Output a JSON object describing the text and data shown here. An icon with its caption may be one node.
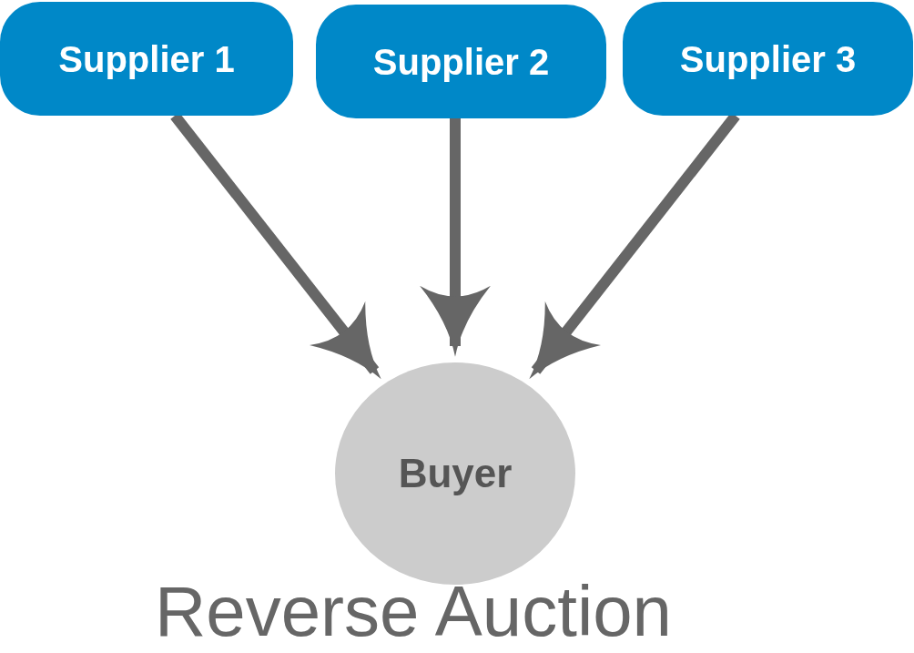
{
  "diagram": {
    "title": "Reverse Auction",
    "nodes": [
      {
        "text": [
          "Supplier 1"
        ]
      },
      {
        "text": [
          "Supplier 2"
        ]
      },
      {
        "text": [
          "Supplier 3"
        ]
      },
      {
        "text": [
          "Buyer"
        ]
      }
    ],
    "edges": [
      {
        "from": 0,
        "to": 3,
        "arrow": "to"
      },
      {
        "from": 1,
        "to": 3,
        "arrow": "to"
      },
      {
        "from": 2,
        "to": 3,
        "arrow": "to"
      }
    ]
  }
}
